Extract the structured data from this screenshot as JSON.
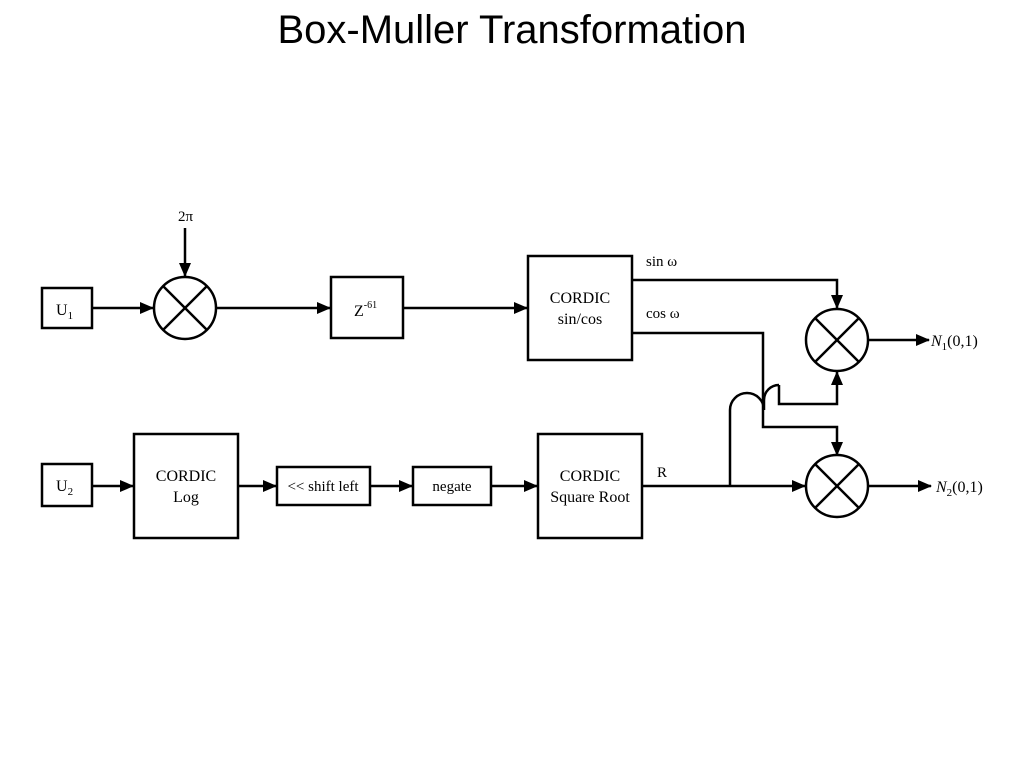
{
  "slide": {
    "title": "Box-Muller Transformation"
  },
  "diagram": {
    "inputs": {
      "u1": {
        "base": "U",
        "sub": "1"
      },
      "u2": {
        "base": "U",
        "sub": "2"
      },
      "two_pi": "2π"
    },
    "blocks": {
      "delay": {
        "base": "Z",
        "sup": "-61"
      },
      "cordic_sincos": {
        "line1": "CORDIC",
        "line2": "sin/cos"
      },
      "cordic_log": {
        "line1": "CORDIC",
        "line2": "Log"
      },
      "shift_left": "<< shift left",
      "negate": "negate",
      "cordic_sqrt": {
        "line1": "CORDIC",
        "line2": "Square Root"
      }
    },
    "signals": {
      "sin": "sin ω",
      "cos": "cos ω",
      "r": "R"
    },
    "outputs": {
      "n1": {
        "base": "N",
        "sub": "1",
        "args": "(0,1)"
      },
      "n2": {
        "base": "N",
        "sub": "2",
        "args": "(0,1)"
      }
    }
  }
}
